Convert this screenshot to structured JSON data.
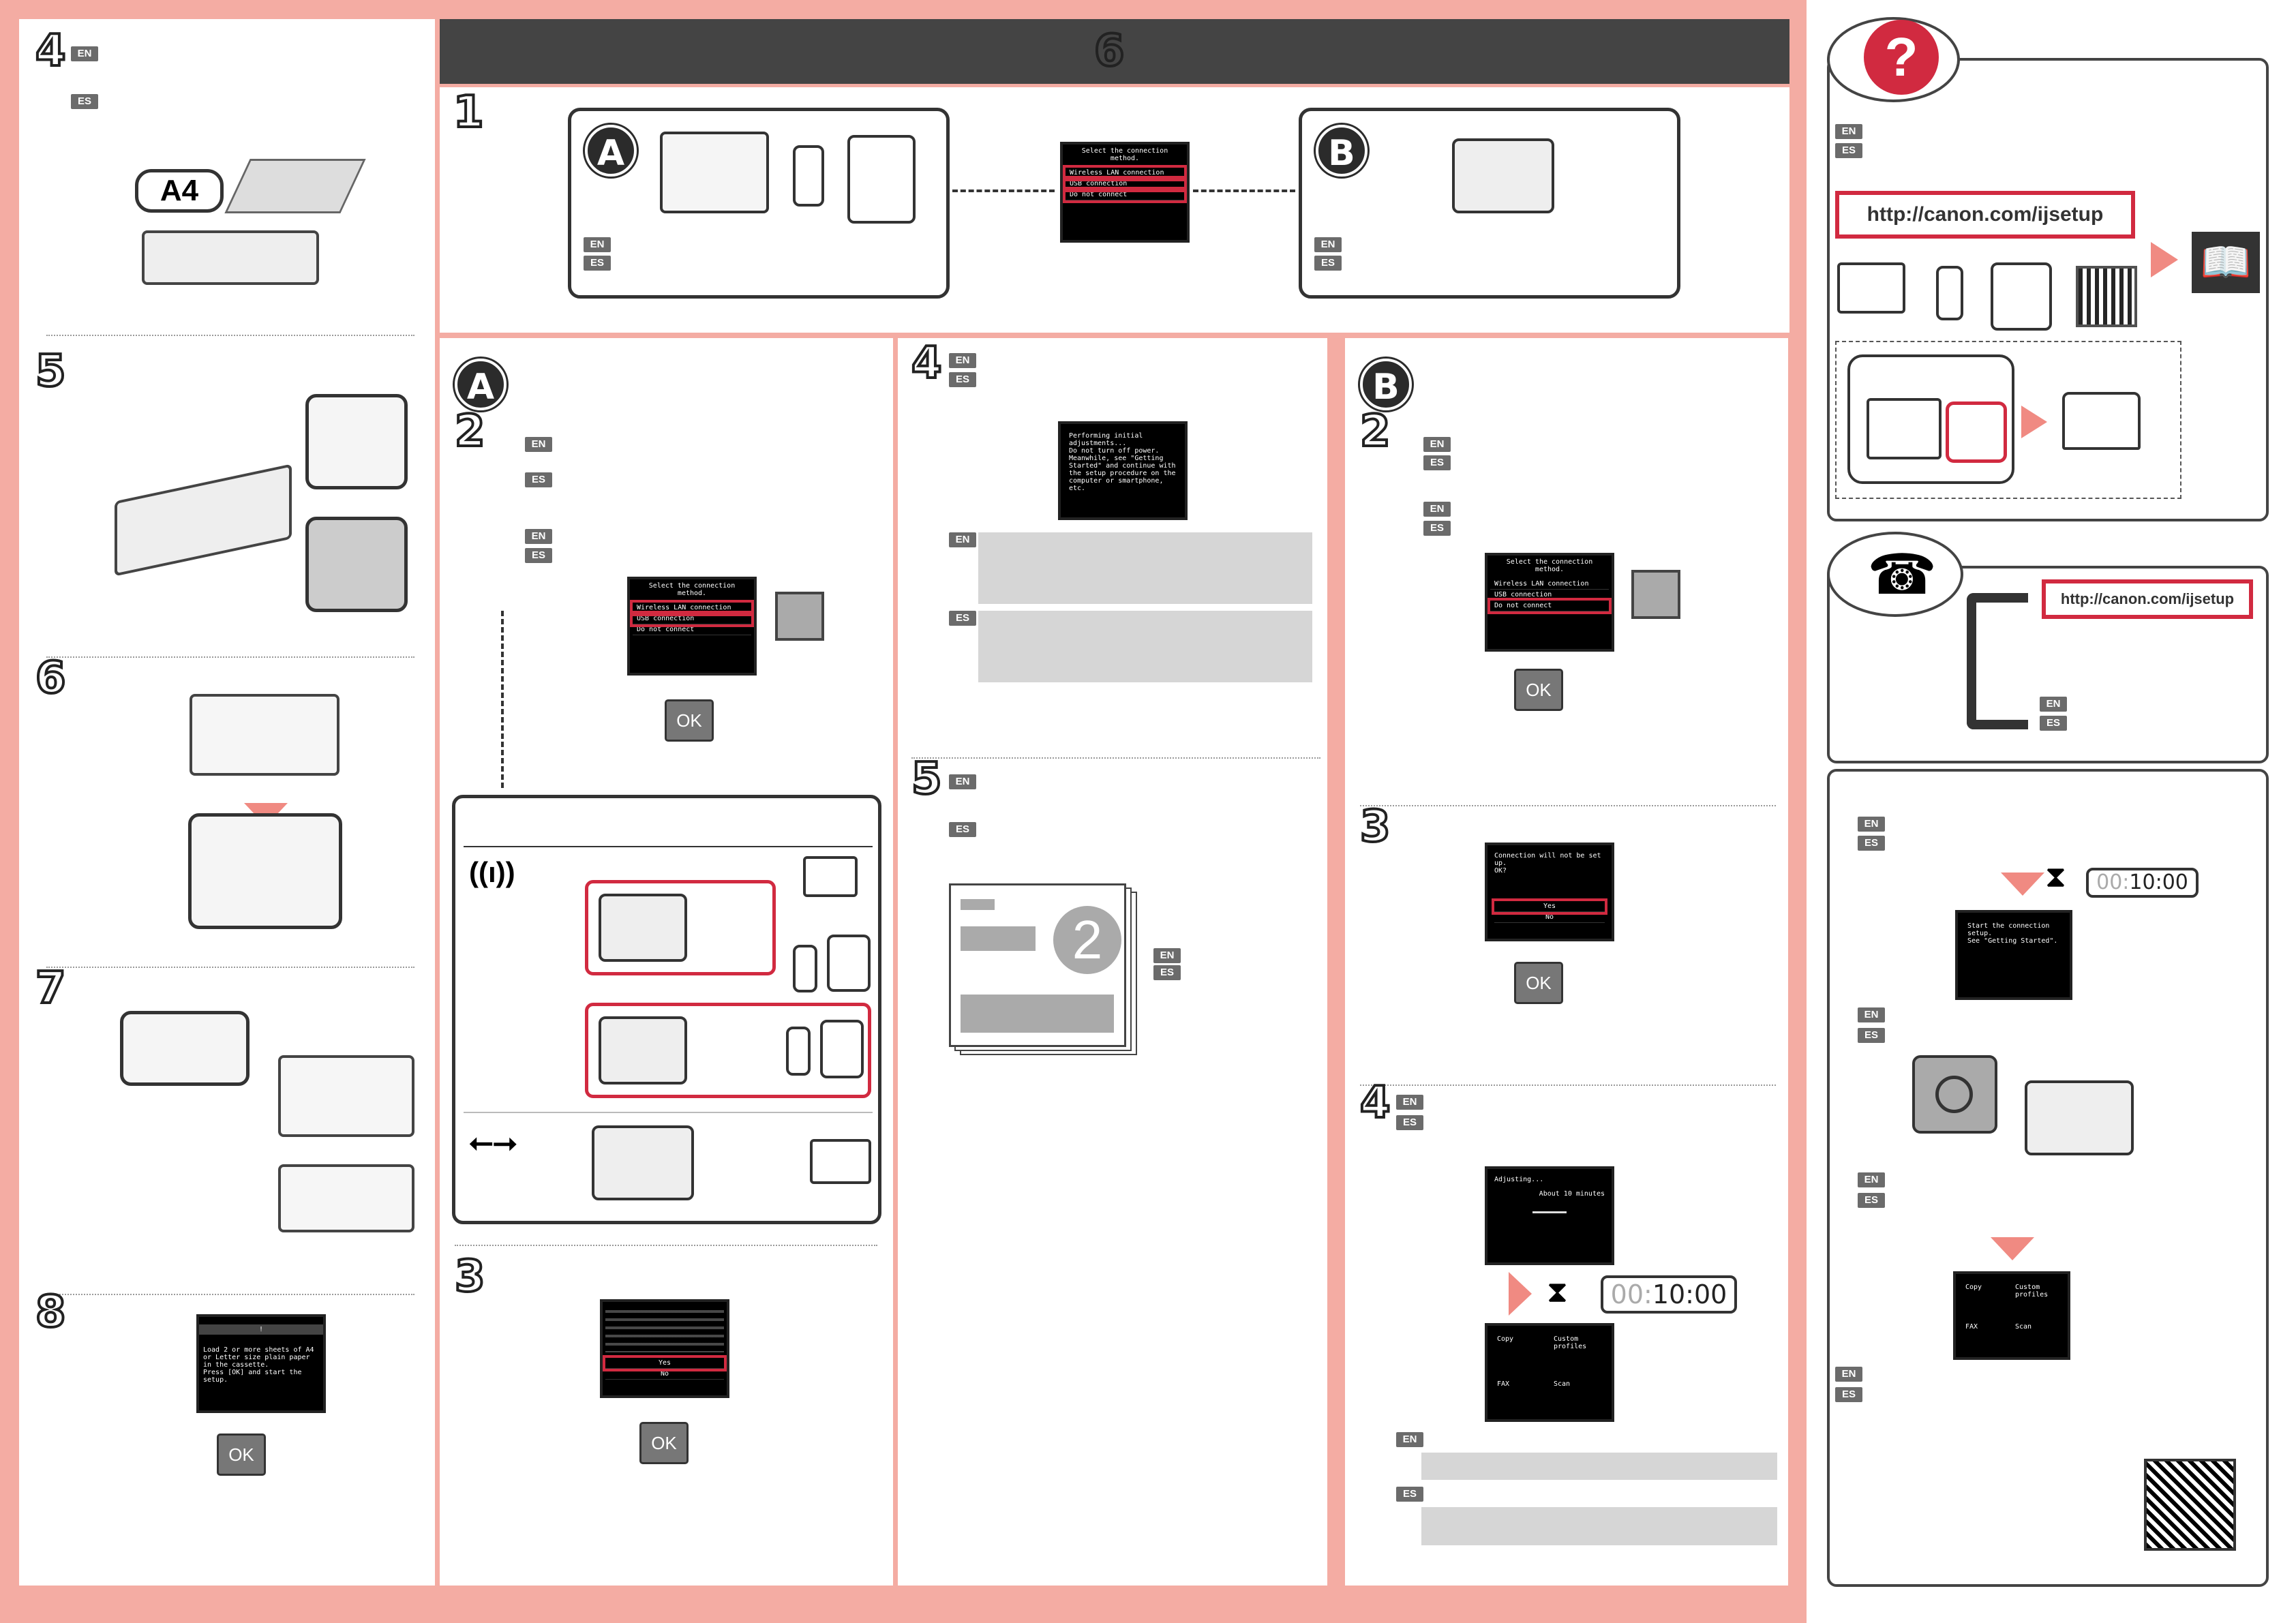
{
  "tags": {
    "en": "EN",
    "es": "ES"
  },
  "left_column": {
    "steps": [
      "4",
      "5",
      "6",
      "7",
      "8"
    ],
    "paper_size": "A4",
    "step8_screen": {
      "icon": "!",
      "text": "Load 2 or more sheets of A4 or Letter size plain paper in the cassette.\nPress [OK] and start the setup."
    },
    "ok_label": "OK"
  },
  "main": {
    "section_title": "6",
    "step1": "1",
    "badge_a": "A",
    "badge_b": "B",
    "connection_screen": {
      "header": "Select the connection method.",
      "options": [
        "Wireless LAN connection",
        "USB connection",
        "Do not connect"
      ]
    },
    "col_a": {
      "step2": "2",
      "step3": "3",
      "yes": "Yes",
      "no": "No",
      "ok_label": "OK"
    },
    "col_mid": {
      "step4": "4",
      "step5": "5",
      "adjust_screen": "Performing initial adjustments...\nDo not turn off power.\nMeanwhile, see \"Getting Started\" and continue with the setup procedure on the computer or smartphone, etc.",
      "book_number": "2"
    },
    "col_b": {
      "step2": "2",
      "step3": "3",
      "step4": "4",
      "confirm_screen": {
        "text": "Connection will not be set up.\nOK?",
        "yes": "Yes",
        "no": "No"
      },
      "adjusting_screen": {
        "title": "Adjusting...",
        "time": "About 10 minutes"
      },
      "timer": {
        "prefix": "00:",
        "value": "10:00"
      },
      "home_screen": {
        "items": [
          "Copy",
          "Custom profiles",
          "FAX",
          "Scan"
        ]
      },
      "ok_label": "OK"
    }
  },
  "right_column": {
    "help_icon": "?",
    "url": "http://canon.com/ijsetup",
    "url2": "http://canon.com/ijsetup",
    "timer": {
      "prefix": "00:",
      "value": "10:00"
    },
    "setup_screen": "Start the connection setup.\nSee \"Getting Started\".",
    "home_screen": {
      "items": [
        "Copy",
        "Custom profiles",
        "FAX",
        "Scan"
      ]
    }
  }
}
